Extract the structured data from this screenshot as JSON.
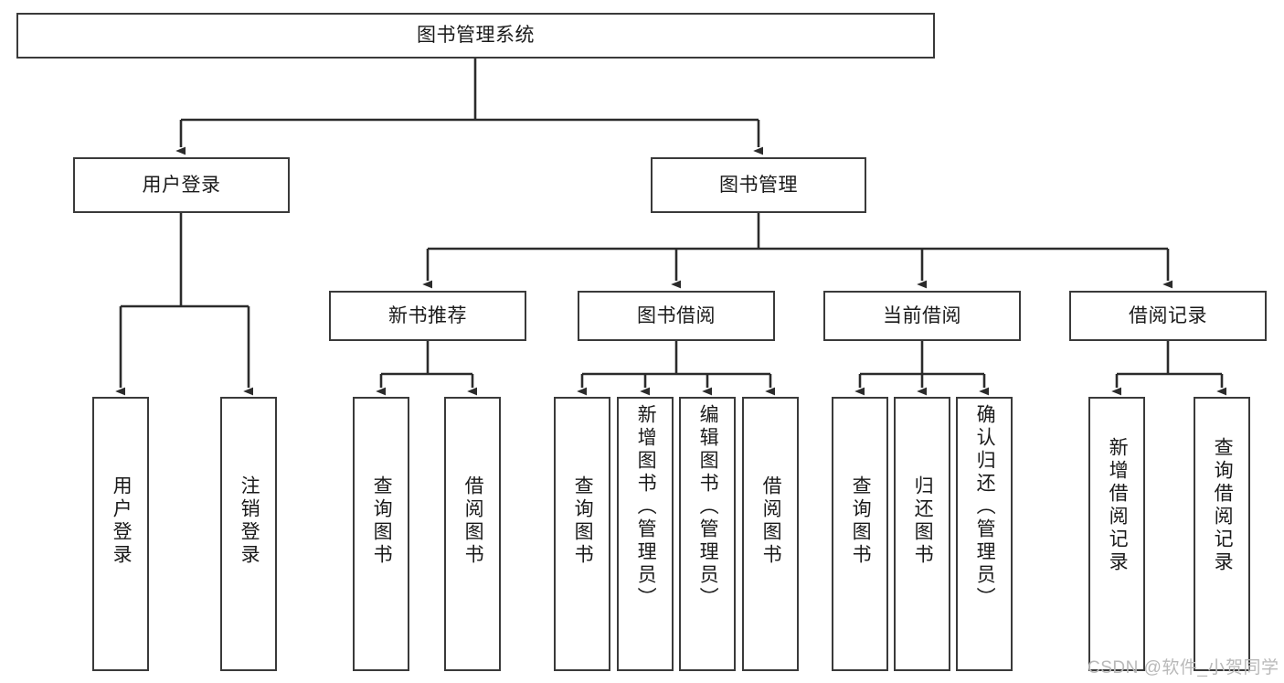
{
  "diagram": {
    "title": "图书管理系统",
    "type": "hierarchy-tree",
    "orientation": "top-down",
    "colors": {
      "box_border": "#3a3a3a",
      "box_fill": "#ffffff",
      "connector": "#2b2b2b",
      "text": "#1a1a1a",
      "watermark": "#b9b9b9",
      "background": "#ffffff"
    },
    "levels": [
      {
        "level": 0,
        "nodes": [
          {
            "id": "root",
            "label": "图书管理系统",
            "text_direction": "horizontal"
          }
        ]
      },
      {
        "level": 1,
        "nodes": [
          {
            "id": "user-login",
            "label": "用户登录",
            "text_direction": "horizontal",
            "parent": "root"
          },
          {
            "id": "book-manage",
            "label": "图书管理",
            "text_direction": "horizontal",
            "parent": "root"
          }
        ]
      },
      {
        "level": 2,
        "nodes": [
          {
            "id": "new-book-rec",
            "label": "新书推荐",
            "text_direction": "horizontal",
            "parent": "book-manage"
          },
          {
            "id": "book-borrow",
            "label": "图书借阅",
            "text_direction": "horizontal",
            "parent": "book-manage"
          },
          {
            "id": "current-borrow",
            "label": "当前借阅",
            "text_direction": "horizontal",
            "parent": "book-manage"
          },
          {
            "id": "borrow-record",
            "label": "借阅记录",
            "text_direction": "horizontal",
            "parent": "book-manage"
          }
        ]
      },
      {
        "level": 3,
        "nodes": [
          {
            "id": "leaf-1",
            "label": "用户登录",
            "text_direction": "vertical",
            "parent": "user-login"
          },
          {
            "id": "leaf-2",
            "label": "注销登录",
            "text_direction": "vertical",
            "parent": "user-login"
          },
          {
            "id": "leaf-3",
            "label": "查询图书",
            "text_direction": "vertical",
            "parent": "new-book-rec"
          },
          {
            "id": "leaf-4",
            "label": "借阅图书",
            "text_direction": "vertical",
            "parent": "new-book-rec"
          },
          {
            "id": "leaf-5",
            "label": "查询图书",
            "text_direction": "vertical",
            "parent": "book-borrow"
          },
          {
            "id": "leaf-6",
            "label": "新增图书（管理员）",
            "text_direction": "vertical",
            "parent": "book-borrow"
          },
          {
            "id": "leaf-7",
            "label": "编辑图书（管理员）",
            "text_direction": "vertical",
            "parent": "book-borrow"
          },
          {
            "id": "leaf-8",
            "label": "借阅图书",
            "text_direction": "vertical",
            "parent": "book-borrow"
          },
          {
            "id": "leaf-9",
            "label": "查询图书",
            "text_direction": "vertical",
            "parent": "current-borrow"
          },
          {
            "id": "leaf-10",
            "label": "归还图书",
            "text_direction": "vertical",
            "parent": "current-borrow"
          },
          {
            "id": "leaf-11",
            "label": "确认归还（管理员）",
            "text_direction": "vertical",
            "parent": "current-borrow"
          },
          {
            "id": "leaf-12",
            "label": "新增借阅记录",
            "text_direction": "vertical",
            "parent": "borrow-record"
          },
          {
            "id": "leaf-13",
            "label": "查询借阅记录",
            "text_direction": "vertical",
            "parent": "borrow-record"
          }
        ]
      }
    ],
    "watermark": "CSDN @软件_小贺同学"
  }
}
